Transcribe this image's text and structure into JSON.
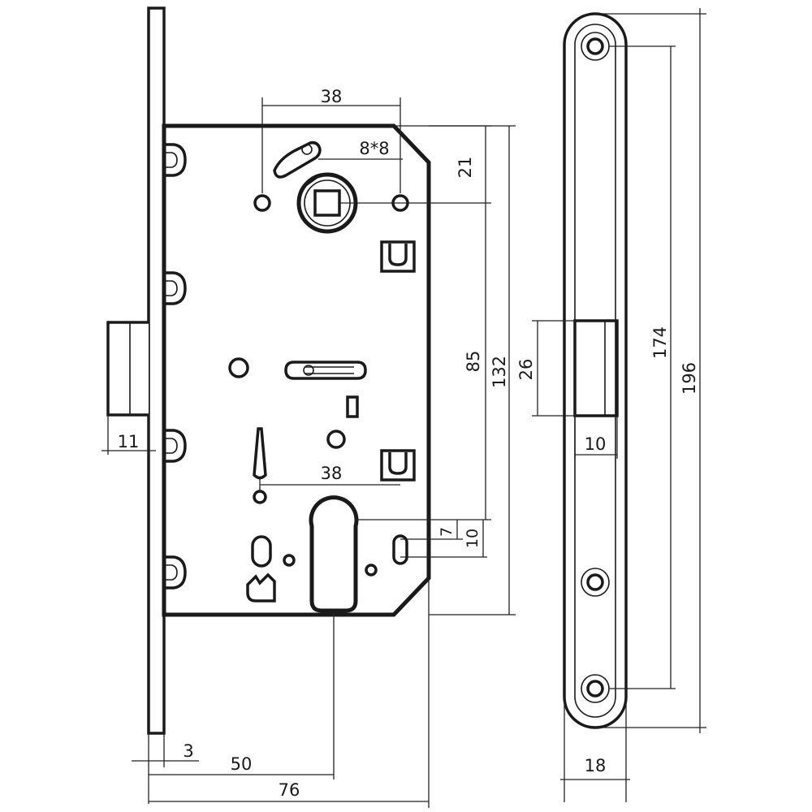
{
  "dimensions": {
    "top_spindle_spacing": "38",
    "spindle_square": "8*8",
    "spindle_offset": "21",
    "center_distance": "85",
    "body_height": "132",
    "cylinder_spacing": "38",
    "cyl_offset_a": "7",
    "cyl_offset_b": "10",
    "latch_projection": "11",
    "faceplate_thickness": "3",
    "backset": "50",
    "body_depth": "76",
    "strike_opening_height": "26",
    "strike_opening_width": "10",
    "strike_hole_spacing": "174",
    "strike_height": "196",
    "strike_width": "18"
  }
}
